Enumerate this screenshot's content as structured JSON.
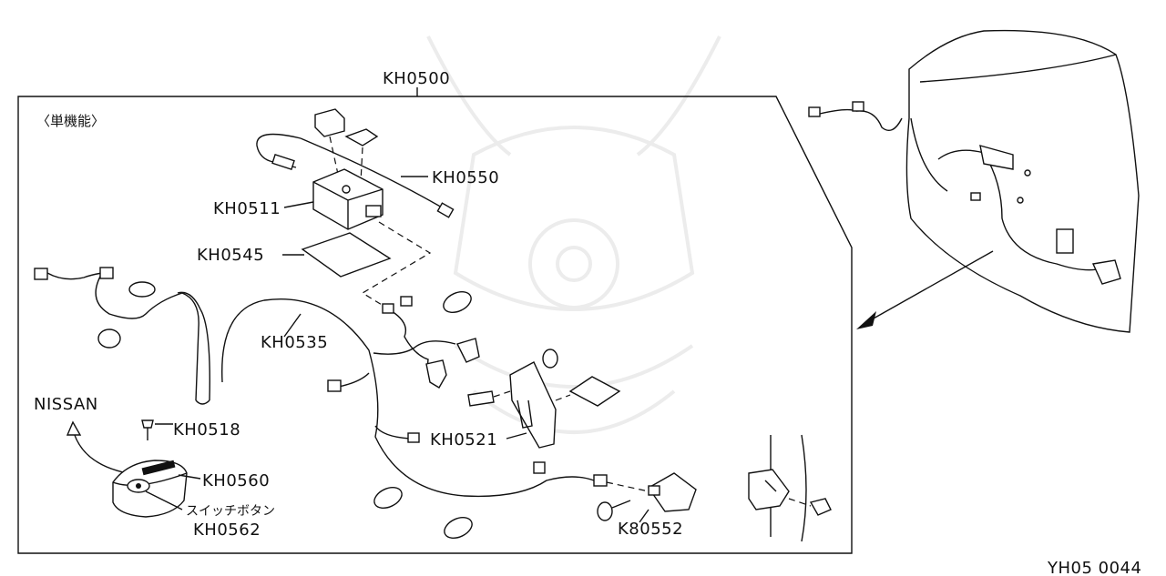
{
  "diagram": {
    "assembly_label": "KH0500",
    "variant_label": "〈単機能〉",
    "brand_label": "NISSAN",
    "figure_code": "YH05 0044",
    "switch_button_label": "スイッチボタン",
    "parts": {
      "kh0550": "KH0550",
      "kh0511": "KH0511",
      "kh0545": "KH0545",
      "kh0535": "KH0535",
      "kh0518": "KH0518",
      "kh0560": "KH0560",
      "kh0562": "KH0562",
      "kh0521": "KH0521",
      "k80552": "K80552"
    }
  }
}
